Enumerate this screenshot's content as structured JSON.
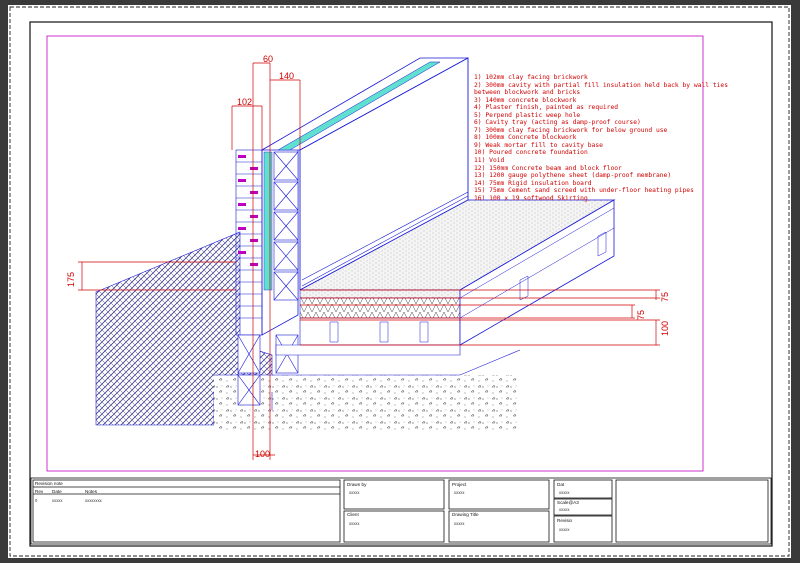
{
  "notes": [
    "1) 102mm clay facing brickwork",
    "2) 300mm cavity with partial fill insulation held back by wall ties",
    "between blockwork and bricks",
    "3) 140mm concrete blockwork",
    "4) Plaster finish, painted as required",
    "5) Perpend plastic weep hole",
    "6) Cavity tray (acting as damp-proof course)",
    "7) 300mm clay facing brickwork for below ground use",
    "8) 100mm Concrete blockwork",
    "9) Weak mortar fill to cavity base",
    "10) Poured concrete foundation",
    "11) Void",
    "12) 150mm Concrete beam and block floor",
    "13) 1200 gauge polythene sheet (damp-proof membrane)",
    "14) 75mm Rigid insulation board",
    "15) 75mm Cement sand screed with under-floor heating pipes",
    "16) 100 x 19 softwood Skirting"
  ],
  "dimensions": {
    "d60": "60",
    "d140": "140",
    "d102": "102",
    "d175": "175",
    "d75a": "75",
    "d75b": "75",
    "d100r": "100",
    "d100b": "100"
  },
  "title_block": {
    "revision_note": "Revision note",
    "rev": "Rev",
    "date": "Date",
    "notes": "Notes",
    "rev_val": "0",
    "date_val": "xxxxx",
    "notes_val": "xxxxxxxx",
    "drawn_by": "Drawn by",
    "drawn_by_val": "xxxxx",
    "client": "Client",
    "client_val": "xxxxx",
    "project": "Project",
    "project_val": "xxxxx",
    "drawing_title": "Drawing Title",
    "drawing_title_val": "xxxxx",
    "date_label": "Dat",
    "date_label_val": "xxxxx",
    "scale": "Scale@A3",
    "scale_val": "xxxxx",
    "revision": "Revisio",
    "revision_val": "xxxxx"
  },
  "colors": {
    "background": "#3a3a3a",
    "frame_white": "#ffffff",
    "magenta_border": "#c000c0",
    "blue_line": "#1a1ad8",
    "red_text": "#d10000",
    "cyan_fill": "#5fe0d0"
  }
}
